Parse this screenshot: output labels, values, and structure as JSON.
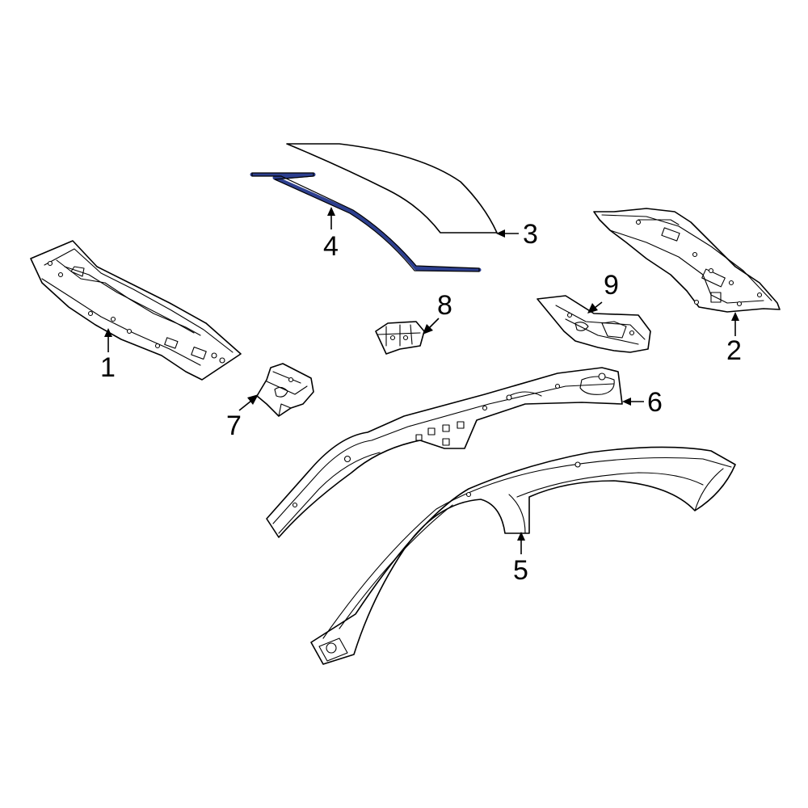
{
  "diagram": {
    "highlight_color": "#2d3f8f",
    "parts": [
      {
        "id": "part-1",
        "label": "1"
      },
      {
        "id": "part-2",
        "label": "2"
      },
      {
        "id": "part-3",
        "label": "3"
      },
      {
        "id": "part-4",
        "label": "4"
      },
      {
        "id": "part-5",
        "label": "5"
      },
      {
        "id": "part-6",
        "label": "6"
      },
      {
        "id": "part-7",
        "label": "7"
      },
      {
        "id": "part-8",
        "label": "8"
      },
      {
        "id": "part-9",
        "label": "9"
      }
    ]
  }
}
